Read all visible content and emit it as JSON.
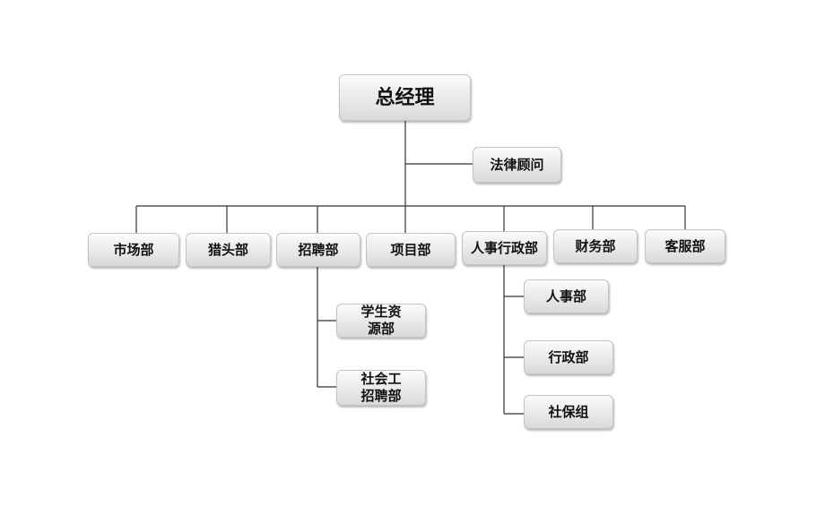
{
  "org_chart": {
    "root": {
      "label": "总经理"
    },
    "advisor": {
      "label": "法律顾问"
    },
    "departments": [
      {
        "id": "market",
        "label": "市场部"
      },
      {
        "id": "headhunt",
        "label": "猎头部"
      },
      {
        "id": "recruit",
        "label": "招聘部"
      },
      {
        "id": "project",
        "label": "项目部"
      },
      {
        "id": "hradmin",
        "label": "人事行政部"
      },
      {
        "id": "finance",
        "label": "财务部"
      },
      {
        "id": "service",
        "label": "客服部"
      }
    ],
    "recruit_children": [
      {
        "id": "student",
        "label": "学生资源部"
      },
      {
        "id": "social",
        "label": "社会工招聘部"
      }
    ],
    "hradmin_children": [
      {
        "id": "hr",
        "label": "人事部"
      },
      {
        "id": "admin",
        "label": "行政部"
      },
      {
        "id": "social-security",
        "label": "社保组"
      }
    ]
  }
}
